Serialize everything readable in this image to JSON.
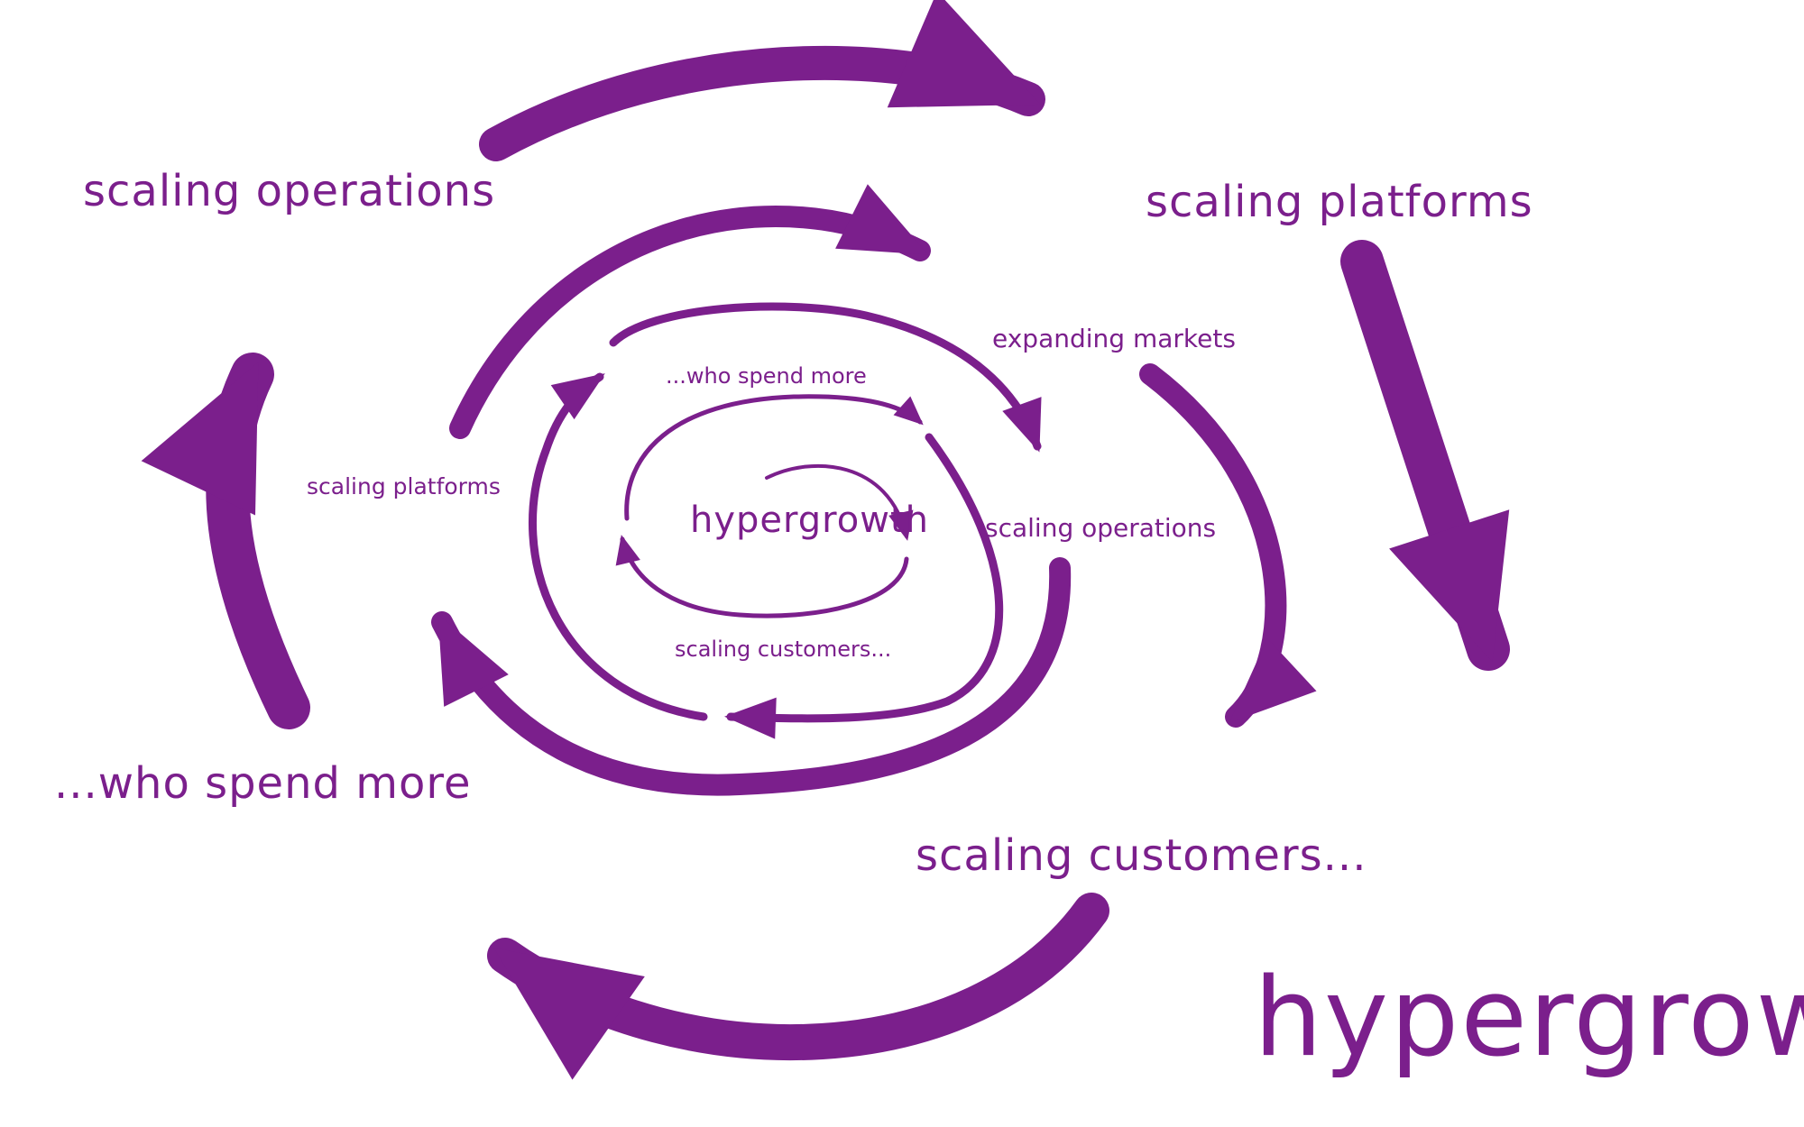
{
  "colors": {
    "ink": "#7b1f8c",
    "background": "#ffffff"
  },
  "outer_ring": {
    "top_left": "scaling operations",
    "top_right": "scaling platforms",
    "bottom_right": "scaling customers...",
    "bottom_left": "...who spend more"
  },
  "middle_ring": {
    "top_right": "expanding markets",
    "right": "scaling operations",
    "left": "scaling platforms"
  },
  "inner_ring": {
    "top": "...who spend more",
    "bottom": "scaling customers...",
    "center": "hypergrowth"
  },
  "result": "hypergrowth"
}
